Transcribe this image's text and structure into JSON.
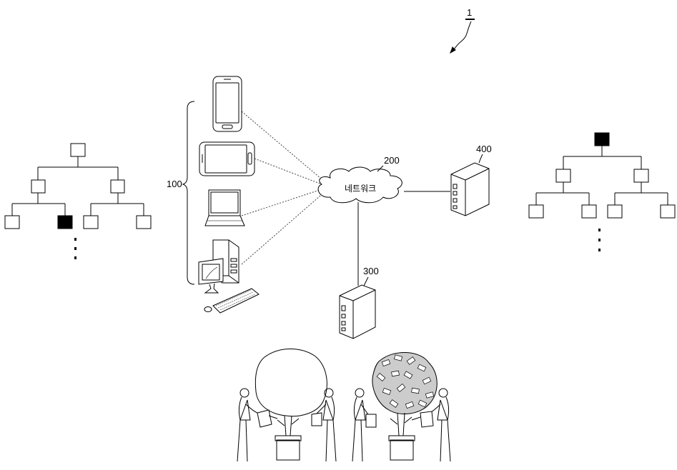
{
  "figure_ref": "1",
  "labels": {
    "clients": "100",
    "network_ref": "200",
    "network_text": "네트워크",
    "server_a": "300",
    "server_b": "400"
  },
  "trees": {
    "left": {
      "highlighted_node": "level-2 second from left",
      "continuation": "vertical ellipsis"
    },
    "right": {
      "highlighted_node": "root",
      "continuation": "vertical ellipsis"
    }
  },
  "colors": {
    "stroke": "#000000",
    "fill": "#ffffff",
    "highlight": "#000000"
  }
}
